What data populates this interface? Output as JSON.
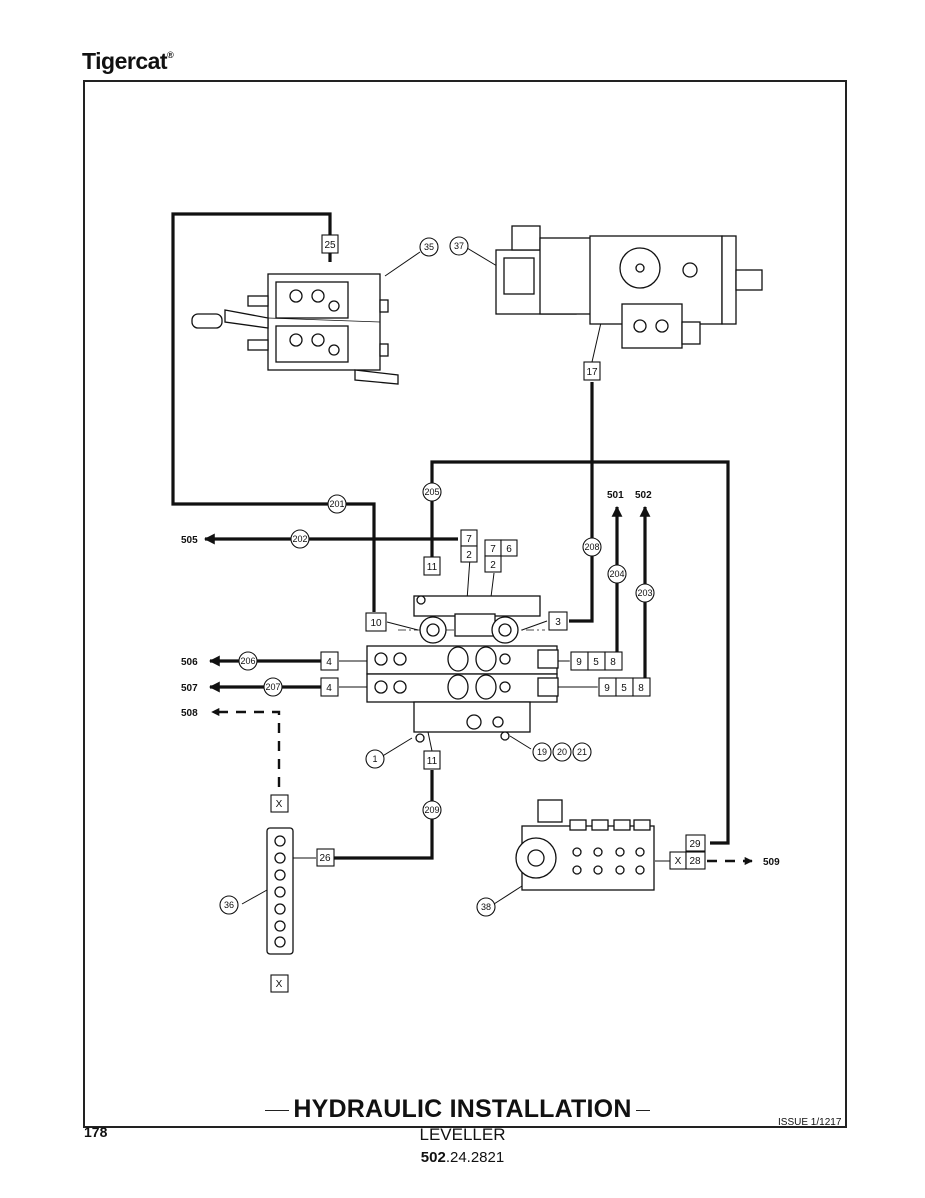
{
  "header": {
    "brand": "Tigercat",
    "brand_mark": "®"
  },
  "footer": {
    "page_number": "178",
    "title": "HYDRAULIC INSTALLATION",
    "subtitle": "LEVELLER",
    "part_number_prefix": "502",
    "part_number_suffix": ".24.2821",
    "issue": "ISSUE 1/1217"
  },
  "callouts": {
    "c35": "35",
    "c37": "37",
    "c201": "201",
    "c202": "202",
    "c205": "205",
    "c208": "208",
    "c204": "204",
    "c203": "203",
    "c206": "206",
    "c207": "207",
    "c1": "1",
    "c19": "19",
    "c20": "20",
    "c21": "21",
    "c209": "209",
    "c36": "36",
    "c38": "38"
  },
  "boxes": {
    "b25": "25",
    "b17": "17",
    "b7a": "7",
    "b2a": "2",
    "b7b": "7",
    "b6": "6",
    "b2b": "2",
    "b11a": "11",
    "b10": "10",
    "b3": "3",
    "b4a": "4",
    "b4b": "4",
    "b9a": "9",
    "b5a": "5",
    "b8a": "8",
    "b9b": "9",
    "b5b": "5",
    "b8b": "8",
    "b11b": "11",
    "bXa": "X",
    "b26": "26",
    "bXb": "X",
    "b29": "29",
    "bXc": "X",
    "b28": "28"
  },
  "destinations": {
    "d501": "501",
    "d502": "502",
    "d505": "505",
    "d506": "506",
    "d507": "507",
    "d508": "508",
    "d509": "509"
  }
}
